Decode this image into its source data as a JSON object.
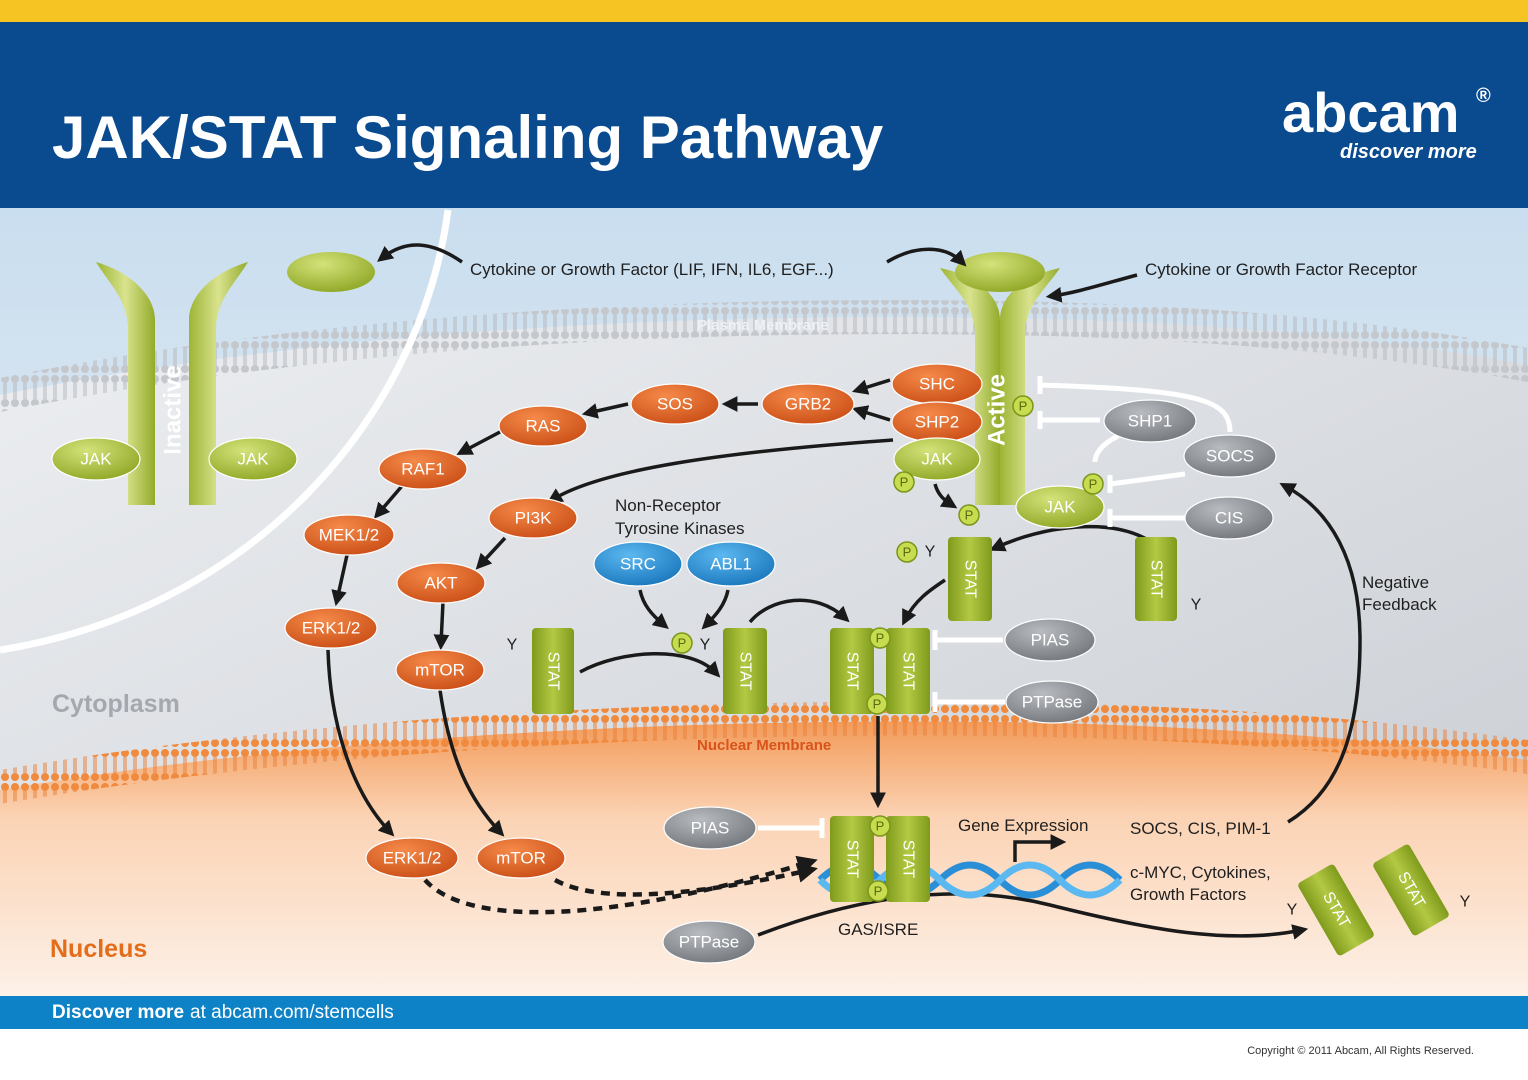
{
  "header": {
    "title": "JAK/STAT Signaling Pathway",
    "brand": "abcam",
    "brand_mark": "®",
    "tagline": "discover more"
  },
  "compartments": {
    "plasma_membrane": "Plasma Membrane",
    "nuclear_membrane": "Nuclear Membrane",
    "cytoplasm": "Cytoplasm",
    "nucleus": "Nucleus"
  },
  "labels": {
    "ligand": "Cytokine or Growth Factor (LIF, IFN, IL6, EGF...)",
    "receptor": "Cytokine or Growth Factor Receptor",
    "inactive": "Inactive",
    "active": "Active",
    "non_receptor_line1": "Non-Receptor",
    "non_receptor_line2": "Tyrosine Kinases",
    "negative_line1": "Negative",
    "negative_line2": "Feedback",
    "gene_expression": "Gene Expression",
    "targets_1": "SOCS, CIS, PIM-1",
    "targets_2_line1": "c-MYC, Cytokines,",
    "targets_2_line2": "Growth Factors",
    "gas_isre": "GAS/ISRE"
  },
  "nodes": {
    "jak": "JAK",
    "shc": "SHC",
    "shp2": "SHP2",
    "grb2": "GRB2",
    "sos": "SOS",
    "ras": "RAS",
    "raf1": "RAF1",
    "mek": "MEK1/2",
    "erk": "ERK1/2",
    "pi3k": "PI3K",
    "akt": "AKT",
    "mtor": "mTOR",
    "src": "SRC",
    "abl1": "ABL1",
    "shp1": "SHP1",
    "socs": "SOCS",
    "cis": "CIS",
    "pias": "PIAS",
    "ptpase": "PTPase",
    "stat": "STAT",
    "p": "P",
    "y": "Y"
  },
  "colors": {
    "header_blue": "#0a4a8f",
    "top_strip": "#f7c523",
    "footer_blue": "#0d82c7",
    "orange_node": "#e0601f",
    "grey_node": "#8c8f94",
    "blue_node": "#1f8fd8",
    "green": "#9ab42e",
    "nucleus": "#f3a66c"
  },
  "footer": {
    "bold": "Discover more",
    "rest": "at abcam.com/stemcells",
    "copyright": "Copyright © 2011 Abcam, All Rights Reserved."
  }
}
